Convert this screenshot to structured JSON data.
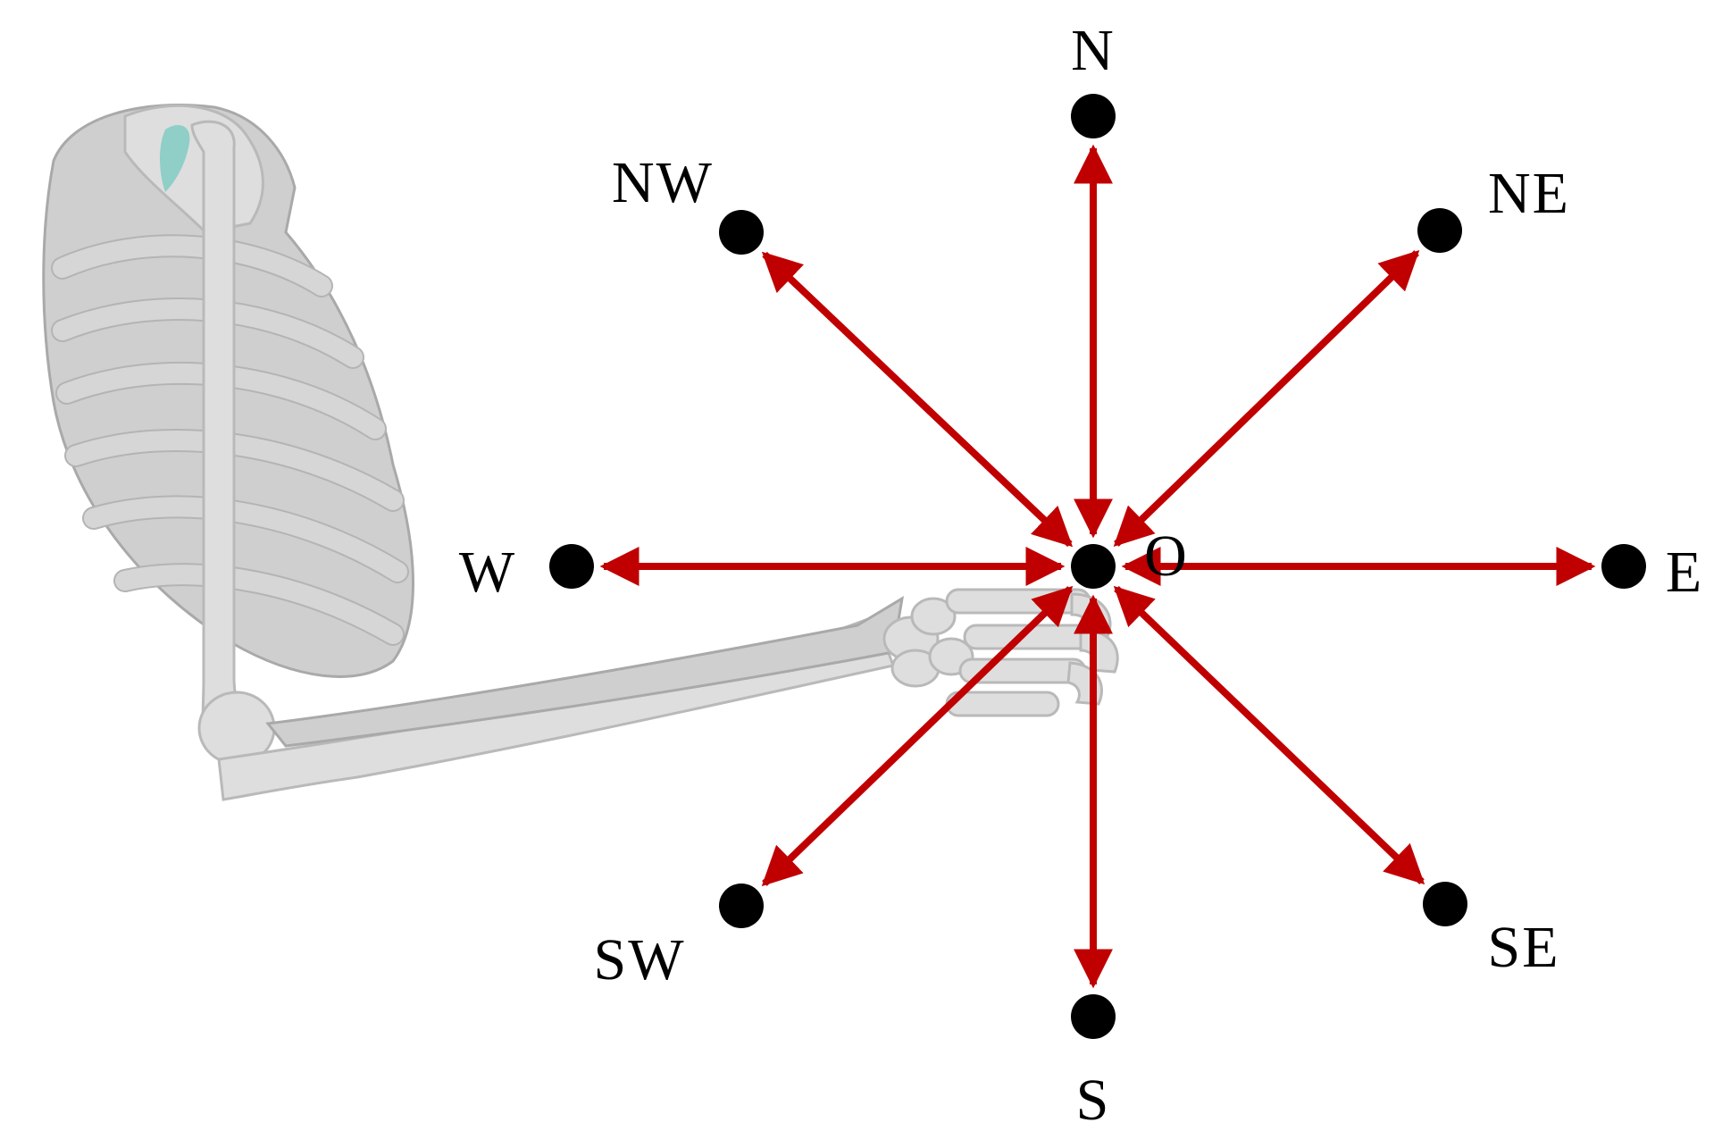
{
  "colors": {
    "arrow": "#c00000",
    "point": "#000000",
    "label": "#000000",
    "bone": "#dedede"
  },
  "center": {
    "label": "O"
  },
  "directions": [
    {
      "id": "n",
      "label": "N"
    },
    {
      "id": "ne",
      "label": "NE"
    },
    {
      "id": "e",
      "label": "E"
    },
    {
      "id": "se",
      "label": "SE"
    },
    {
      "id": "s",
      "label": "S"
    },
    {
      "id": "sw",
      "label": "SW"
    },
    {
      "id": "w",
      "label": "W"
    },
    {
      "id": "nw",
      "label": "NW"
    }
  ]
}
